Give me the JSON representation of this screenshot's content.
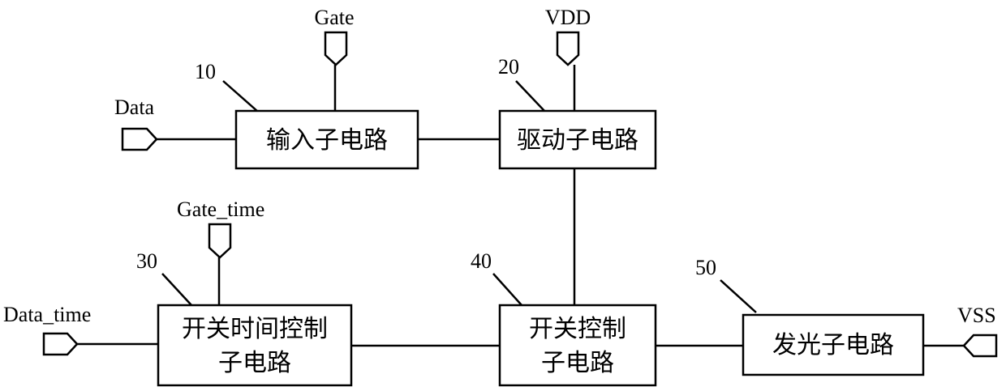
{
  "signals": {
    "gate": "Gate",
    "vdd": "VDD",
    "data": "Data",
    "gate_time": "Gate_time",
    "data_time": "Data_time",
    "vss": "VSS"
  },
  "refs": {
    "r10": "10",
    "r20": "20",
    "r30": "30",
    "r40": "40",
    "r50": "50"
  },
  "blocks": {
    "input": "输入子电路",
    "drive": "驱动子电路",
    "switch_time": {
      "line1": "开关时间控制",
      "line2": "子电路"
    },
    "switch_ctrl": {
      "line1": "开关控制",
      "line2": "子电路"
    },
    "emit": "发光子电路"
  }
}
